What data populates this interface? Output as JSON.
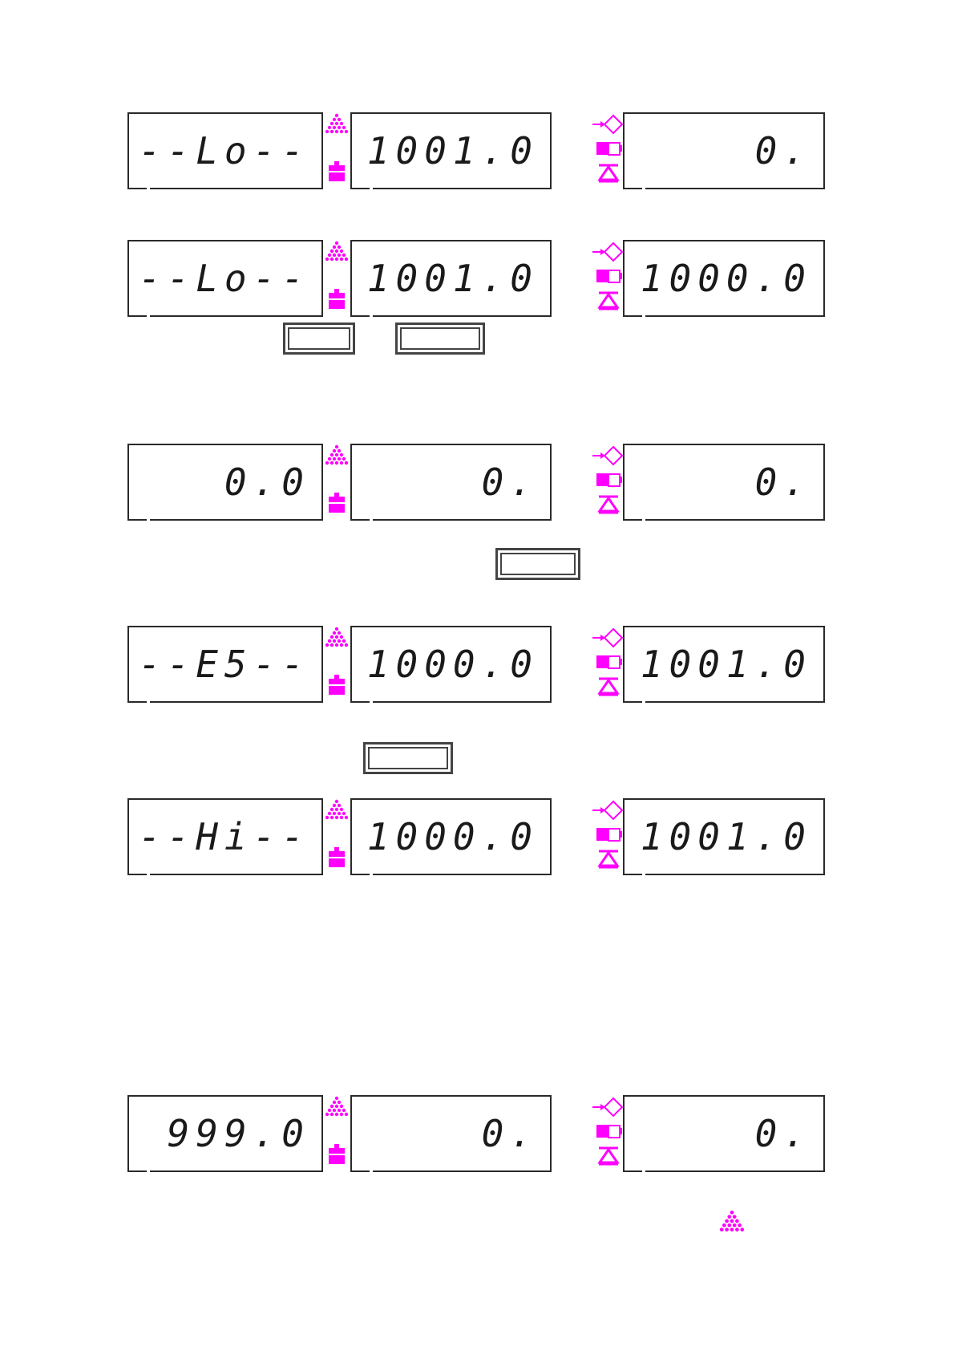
{
  "colors": {
    "indicator": "#ff00ff",
    "frame": "#2a2a2a"
  },
  "icons": {
    "col1_top": "pyramid-dots-icon",
    "col1_bottom": "weight-icon",
    "col3_top": "arrow-diamond-icon",
    "col3_mid": "cup-icon",
    "col3_bottom": "hourglass-icon"
  },
  "rows": [
    {
      "d1": "--Lo--",
      "d2": "1001.0",
      "d3": "0."
    },
    {
      "d1": "--Lo--",
      "d2": "1001.0",
      "d3": "1000.0"
    },
    {
      "d1": "0.0",
      "d2": "0.",
      "d3": "0."
    },
    {
      "d1": "--E5--",
      "d2": "1000.0",
      "d3": "1001.0"
    },
    {
      "d1": "--Hi--",
      "d2": "1000.0",
      "d3": "1001.0"
    },
    {
      "d1": "999.0",
      "d2": "0.",
      "d3": "0."
    }
  ],
  "footer_icon": "pyramid-dots-icon"
}
